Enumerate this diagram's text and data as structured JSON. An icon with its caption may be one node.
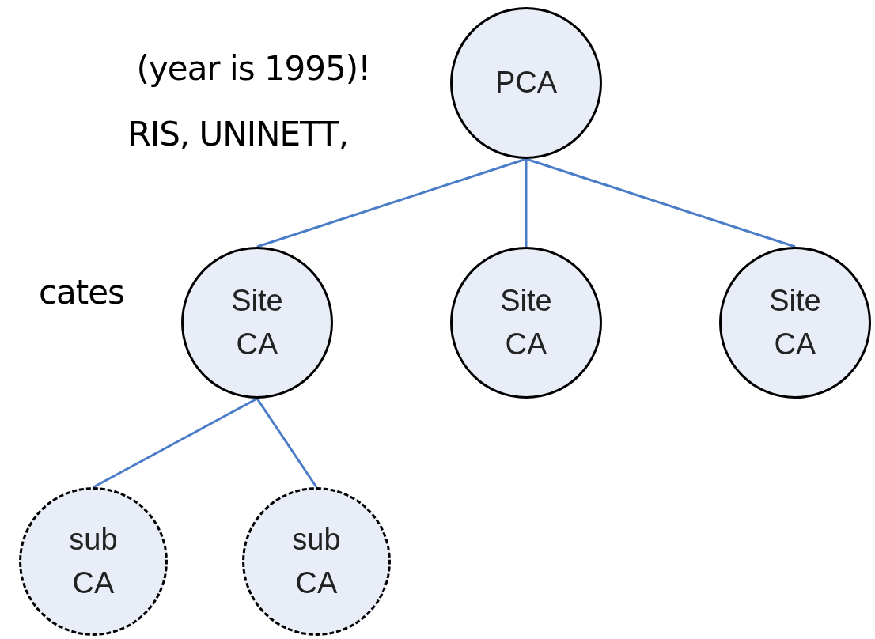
{
  "diagram": {
    "nodes": [
      {
        "text": [
          "PCA"
        ]
      },
      {
        "text": [
          "Site CA"
        ]
      },
      {
        "text": [
          "Site CA"
        ]
      },
      {
        "text": [
          "Site CA"
        ]
      },
      {
        "text": [
          "sub CA"
        ]
      },
      {
        "text": [
          "sub CA"
        ]
      }
    ],
    "edges": [
      {
        "from": 0,
        "to": 1,
        "arrow": "none"
      },
      {
        "from": 0,
        "to": 2,
        "arrow": "none"
      },
      {
        "from": 0,
        "to": 3,
        "arrow": "none"
      },
      {
        "from": 1,
        "to": 4,
        "arrow": "none"
      },
      {
        "from": 1,
        "to": 5,
        "arrow": "none"
      }
    ],
    "labels": [
      "(year is 1995)!",
      "RIS, UNINETT,",
      "cates"
    ]
  }
}
